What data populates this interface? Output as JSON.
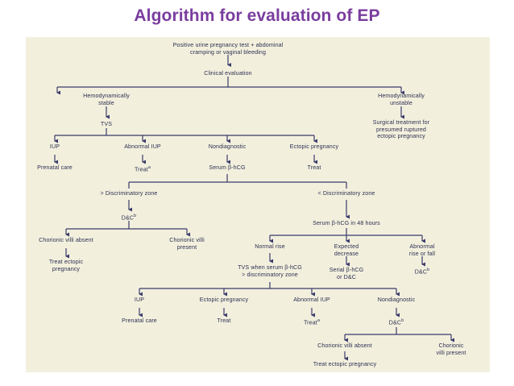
{
  "title": "Algorithm for evaluation of EP",
  "colors": {
    "title": "#7a3d9e",
    "panel_background": "#f2f0dd",
    "line": "#3b3b6b",
    "text": "#2e2e52",
    "page_background": "#ffffff"
  },
  "diagram": {
    "type": "flowchart",
    "nodes": {
      "start": "Positive urine pregnancy test + abdominal\ncramping or vaginal bleeding",
      "clinical_evaluation": "Clinical evaluation",
      "hemo_stable": "Hemodynamically\nstable",
      "hemo_unstable": "Hemodynamically\nunstable",
      "surgical_treatment": "Surgical treatment for\npresumed ruptured\nectopic pregnancy",
      "tvs": "TVS",
      "iup_1": "IUP",
      "prenatal_care_1": "Prenatal care",
      "abnormal_iup_1": "Abnormal IUP",
      "treat_a_1": "Treat",
      "treat_a_1_sup": "a",
      "nondiagnostic_1": "Nondiagnostic",
      "serum_bhcg": "Serum β-hCG",
      "ectopic_pregnancy_1": "Ectopic pregnancy",
      "treat_1": "Treat",
      "above_discriminatory": "> Discriminatory zone",
      "below_discriminatory": "< Discriminatory zone",
      "dc_b_1": "D&C",
      "dc_b_1_sup": "b",
      "villi_absent_1": "Chorionic villi absent",
      "treat_ectopic_1": "Treat ectopic\npregnancy",
      "villi_present_1": "Chorionic villi\npresent",
      "serum_bhcg_48": "Serum β-hCG in 48 hours",
      "normal_rise": "Normal rise",
      "expected_decrease": "Expected\ndecrease",
      "abnormal_rise_fall": "Abnormal\nrise or fall",
      "tvs_when": "TVS when serum β-hCG\n> discriminatory zone",
      "serial_bhcg": "Serial β-hCG\nor D&C",
      "dc_b_2": "D&C",
      "dc_b_2_sup": "b",
      "iup_2": "IUP",
      "prenatal_care_2": "Prenatal care",
      "ectopic_pregnancy_2": "Ectopic pregnancy",
      "treat_2": "Treat",
      "abnormal_iup_2": "Abnormal IUP",
      "treat_a_2": "Treat",
      "treat_a_2_sup": "a",
      "nondiagnostic_2": "Nondiagnostic",
      "dc_b_3": "D&C",
      "dc_b_3_sup": "b",
      "villi_absent_2": "Chorionic villi absent",
      "treat_ectopic_2": "Treat ectopic pregnancy",
      "villi_present_2": "Chorionic\nvilli present"
    }
  }
}
